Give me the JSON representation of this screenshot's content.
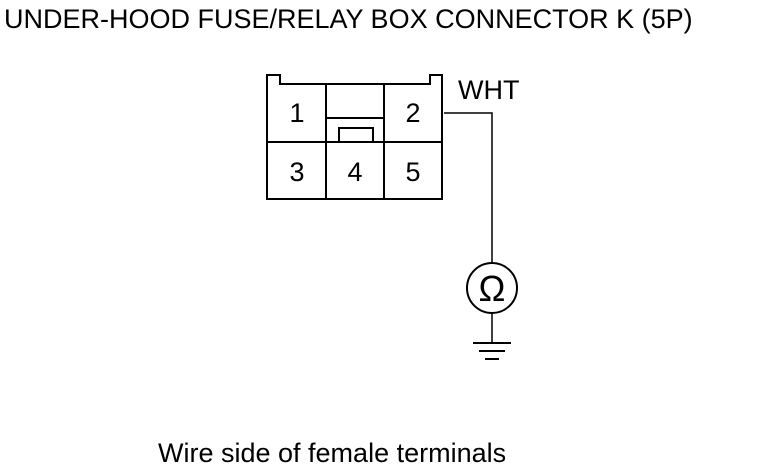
{
  "title": "UNDER-HOOD FUSE/RELAY BOX CONNECTOR K (5P)",
  "caption": "Wire side of female terminals",
  "wire_color_label": "WHT",
  "terminals": [
    "1",
    "2",
    "3",
    "4",
    "5"
  ],
  "meter_symbol": "Ω",
  "colors": {
    "line": "#000000",
    "background": "#ffffff"
  }
}
